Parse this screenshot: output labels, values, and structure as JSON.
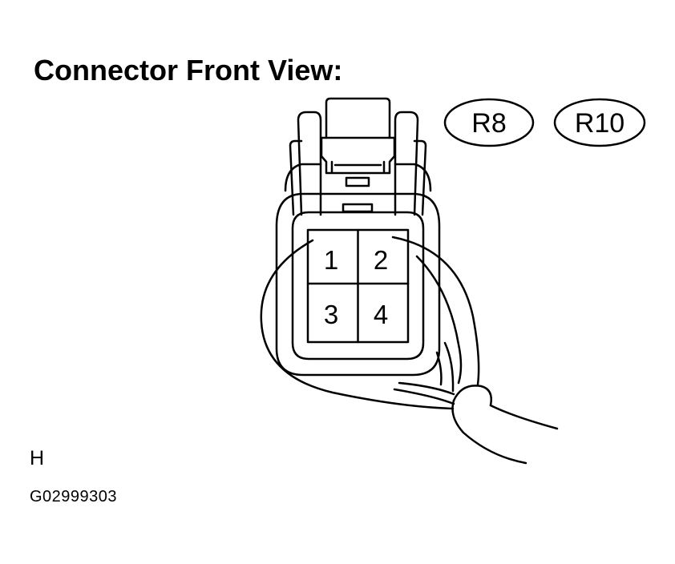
{
  "title": "Connector Front View:",
  "connector_codes": [
    "R8",
    "R10"
  ],
  "pins": [
    {
      "label": "1"
    },
    {
      "label": "2"
    },
    {
      "label": "3"
    },
    {
      "label": "4"
    }
  ],
  "footer": {
    "mark": "H",
    "figure_code": "G02999303"
  }
}
